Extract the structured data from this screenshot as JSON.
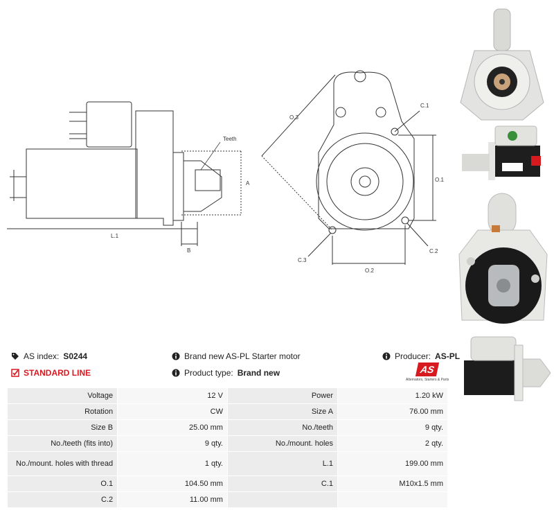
{
  "drawing_labels": {
    "teeth": "Teeth",
    "a": "A",
    "b": "B",
    "l1": "L.1",
    "o1": "O.1",
    "o2": "O.2",
    "o3": "O.3",
    "c1": "C.1",
    "c2": "C.2",
    "c3": "C.3"
  },
  "info": {
    "as_index_label": "AS index:",
    "as_index_value": "S0244",
    "line": "STANDARD LINE",
    "description": "Brand new AS-PL Starter motor",
    "product_type_label": "Product type:",
    "product_type_value": "Brand new",
    "producer_label": "Producer:",
    "producer_value": "AS-PL"
  },
  "logo": {
    "mark": "AS",
    "tagline": "Alternators, Starters & Parts"
  },
  "specs": [
    [
      "Voltage",
      "12 V",
      "Power",
      "1.20 kW"
    ],
    [
      "Rotation",
      "CW",
      "Size A",
      "76.00 mm"
    ],
    [
      "Size B",
      "25.00 mm",
      "No./teeth",
      "9 qty."
    ],
    [
      "No./teeth (fits into)",
      "9 qty.",
      "No./mount. holes",
      "2 qty."
    ],
    [
      "No./mount. holes with thread",
      "1 qty.",
      "L.1",
      "199.00 mm"
    ],
    [
      "O.1",
      "104.50 mm",
      "C.1",
      "M10x1.5 mm"
    ],
    [
      "C.2",
      "11.00 mm",
      "",
      ""
    ]
  ],
  "colors": {
    "accent_red": "#d71920",
    "label_bg": "#ececec",
    "value_bg": "#f7f7f7"
  }
}
